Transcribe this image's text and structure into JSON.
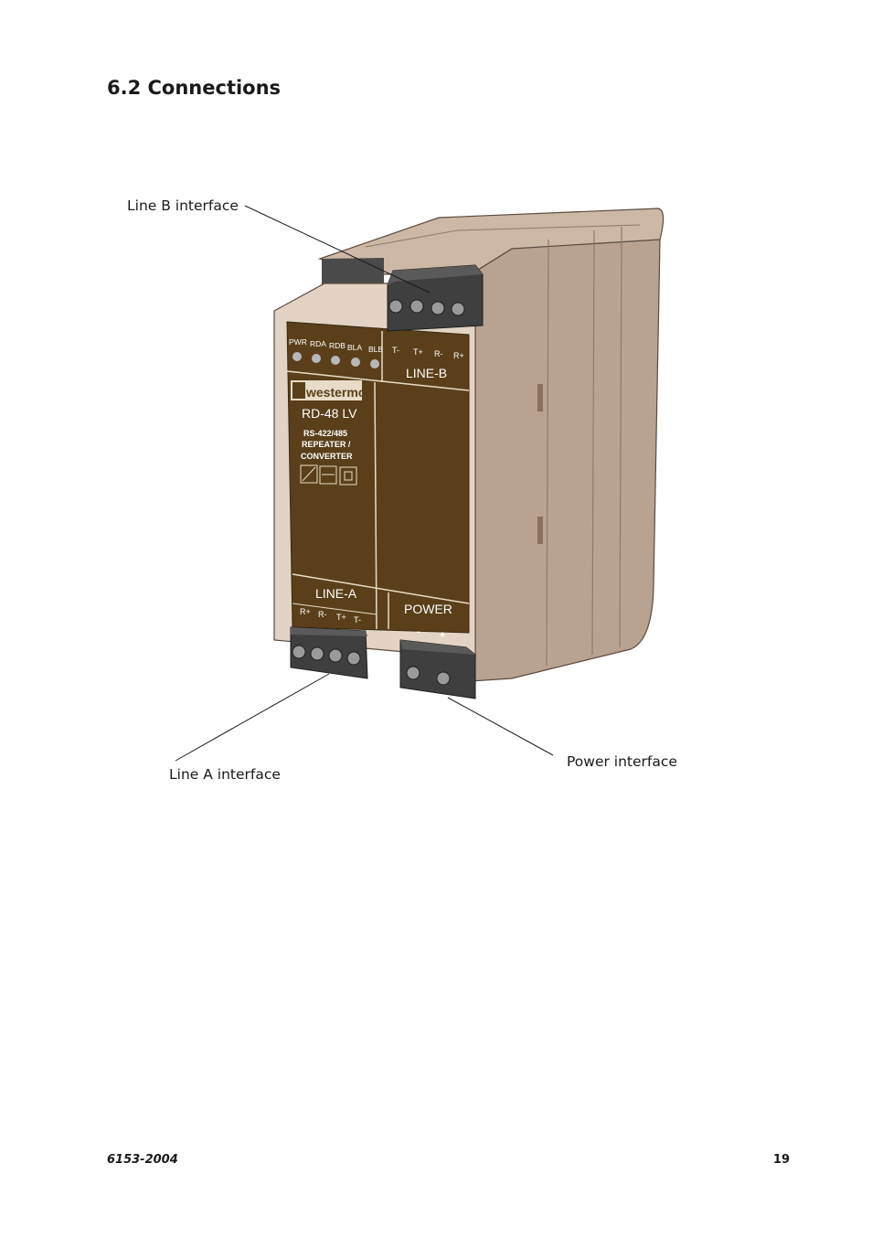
{
  "section": {
    "number": "6.2",
    "title": "6.2  Connections"
  },
  "callouts": {
    "line_b": "Line B interface",
    "line_a": "Line A interface",
    "power": "Power interface"
  },
  "device": {
    "brand": "westermo",
    "model": "RD-48 LV",
    "desc_line1": "RS-422/485",
    "desc_line2": "REPEATER /",
    "desc_line3": "CONVERTER",
    "leds": [
      "PWR",
      "RDA",
      "RDB",
      "BLA",
      "BLB"
    ],
    "line_b_pins": [
      "T-",
      "T+",
      "R-",
      "R+"
    ],
    "line_b_label": "LINE-B",
    "line_a_label": "LINE-A",
    "line_a_pins": [
      "R+",
      "R-",
      "T+",
      "T-"
    ],
    "power_label": "POWER",
    "power_pins": [
      "-",
      "+"
    ]
  },
  "footer": {
    "doc_number": "6153-2004",
    "page": "19"
  }
}
